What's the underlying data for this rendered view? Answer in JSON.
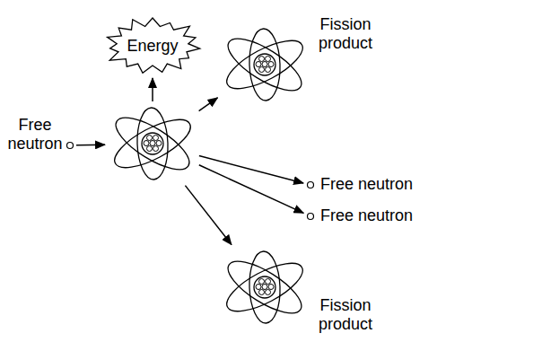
{
  "diagram": {
    "nodes": [
      {
        "text": [
          "Free neutron"
        ]
      },
      {
        "text": []
      },
      {
        "text": [
          "Energy"
        ]
      },
      {
        "text": [
          "Fission product"
        ]
      },
      {
        "text": [
          "Free neutron"
        ]
      },
      {
        "text": [
          "Free neutron"
        ]
      },
      {
        "text": [
          "Fission product"
        ]
      }
    ],
    "edges": [
      {
        "from": 0,
        "to": 1,
        "arrow": "to"
      },
      {
        "from": 1,
        "to": 2,
        "arrow": "to"
      },
      {
        "from": 1,
        "to": 3,
        "arrow": "to"
      },
      {
        "from": 1,
        "to": 4,
        "arrow": "to"
      },
      {
        "from": 1,
        "to": 5,
        "arrow": "to"
      },
      {
        "from": 1,
        "to": 6,
        "arrow": "to"
      }
    ]
  }
}
